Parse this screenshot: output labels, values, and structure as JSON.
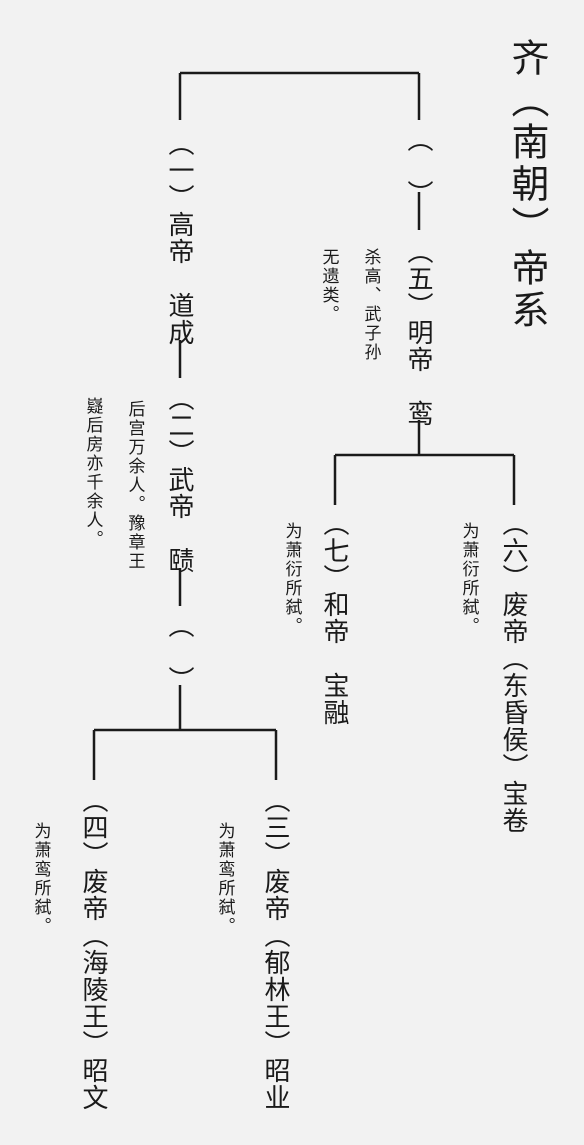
{
  "title": "齐（南朝）帝系",
  "nodes": {
    "gaodi": "（一）高帝　道成",
    "wudi": "（二）武帝　赜",
    "paren_wudi_son": "（　）",
    "paren_top_right": "（　）",
    "mingdi": "（五）明帝　鸾",
    "feidi_donghun": "（六）废帝（东昏侯）宝卷",
    "hedi": "（七）和帝　宝融",
    "feidi_yulin": "（三）废帝（郁林王）昭业",
    "feidi_hailing": "（四）废帝（海陵王）昭文"
  },
  "notes": {
    "mingdi_a": "杀高、武子孙",
    "mingdi_b": "无遗类。",
    "wudi_a": "后宫万余人。豫章王",
    "wudi_b": "嶷后房亦千余人。",
    "donghun": "为萧衍所弑。",
    "hedi": "为萧衍所弑。",
    "yulin": "为萧鸾所弑。",
    "hailing": "为萧鸾所弑。"
  }
}
